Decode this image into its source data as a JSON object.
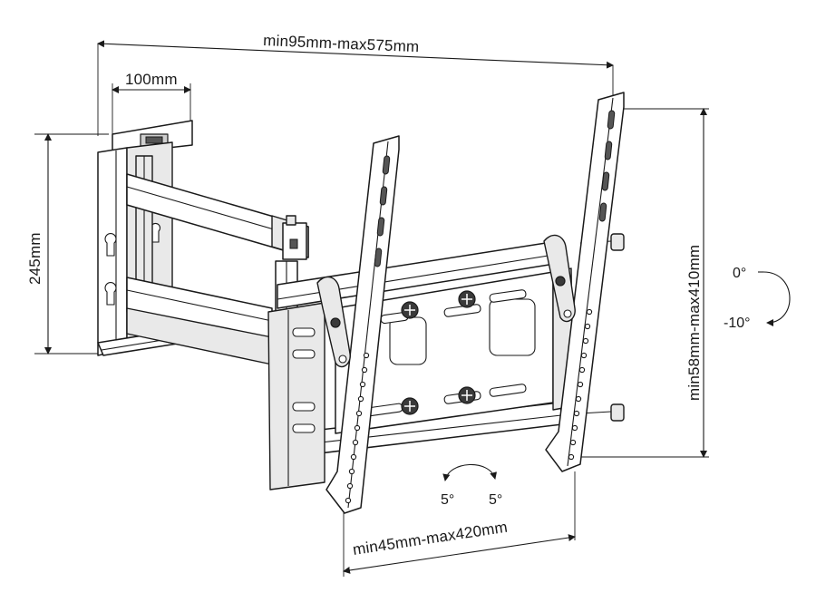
{
  "dimensions": {
    "extension": "min95mm-max575mm",
    "wall_plate_width": "100mm",
    "wall_plate_height": "245mm",
    "vertical_spacing": "min58mm-max410mm",
    "horizontal_spacing": "min45mm-max420mm"
  },
  "tilt": {
    "top_label": "0°",
    "bottom_label": "-10°"
  },
  "swivel": {
    "left_label": "5°",
    "right_label": "5°"
  },
  "line_color": "#1a1a1a"
}
